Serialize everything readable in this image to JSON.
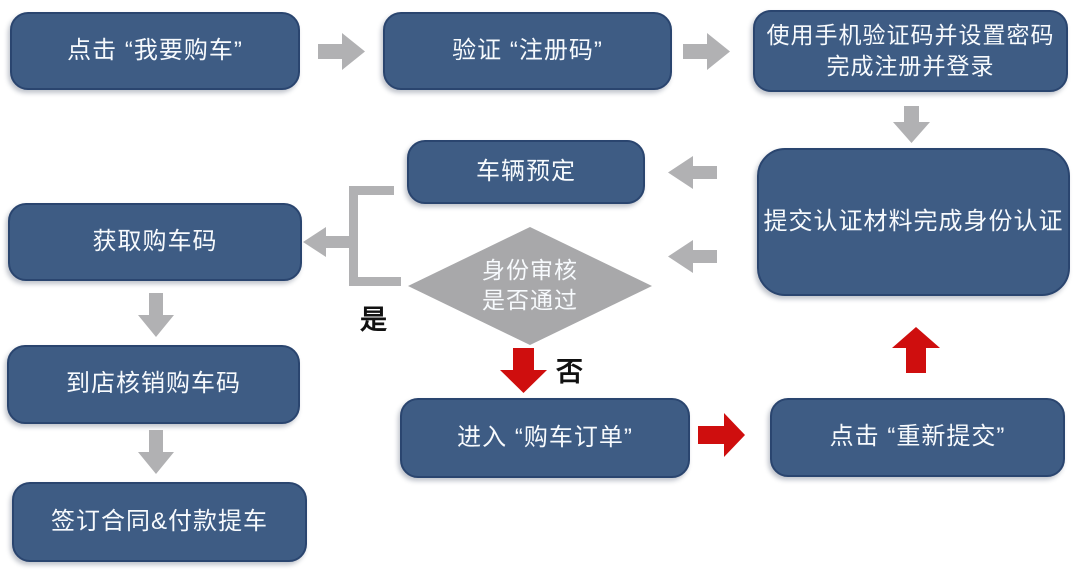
{
  "diagram": {
    "title": "car-purchase-registration-flowchart",
    "colors": {
      "background": "#ffffff",
      "node_fill": "#3e5c84",
      "node_border": "#2a456f",
      "node_text": "#f7fafd",
      "arrow_gray": "#b1b1b3",
      "diamond_fill": "#a8a8aa",
      "arrow_red": "#cf0e0e",
      "label_text": "#111111"
    },
    "nodes": {
      "click_buy": {
        "label": "点击 “我要购车”"
      },
      "verify_code": {
        "label": "验证 “注册码”"
      },
      "register_login": {
        "label": "使用手机验证码并设置密码\n完成注册并登录"
      },
      "submit_identity": {
        "label": "提交认证材料完成身份认证"
      },
      "vehicle_reserve": {
        "label": "车辆预定"
      },
      "get_code": {
        "label": "获取购车码"
      },
      "redeem_code": {
        "label": "到店核销购车码"
      },
      "sign_contract": {
        "label": "签订合同&付款提车"
      },
      "purchase_order": {
        "label": "进入 “购车订单”"
      },
      "resubmit": {
        "label": "点击 “重新提交”"
      }
    },
    "decision": {
      "label": "身份审核\n是否通过"
    },
    "edge_labels": {
      "yes": "是",
      "no": "否"
    }
  }
}
